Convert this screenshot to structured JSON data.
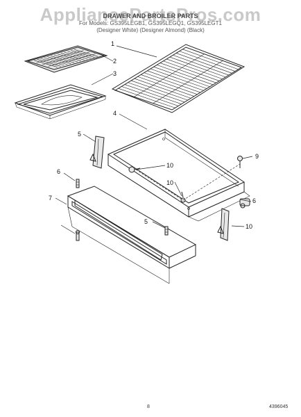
{
  "watermark": "AppliancePartsPros.com",
  "header": {
    "title": "DRAWER AND BROILER PARTS",
    "models": "For Models: GS395LEGB1, GS395LEGQ1, GS395LEGT1",
    "colors": "(Designer White) (Designer Almond) (Black)"
  },
  "callouts": [
    "1",
    "2",
    "3",
    "4",
    "5",
    "10",
    "6",
    "7",
    "10",
    "9",
    "6",
    "5",
    "10"
  ],
  "footer": {
    "page_number": "8",
    "doc_code": "4396045"
  }
}
